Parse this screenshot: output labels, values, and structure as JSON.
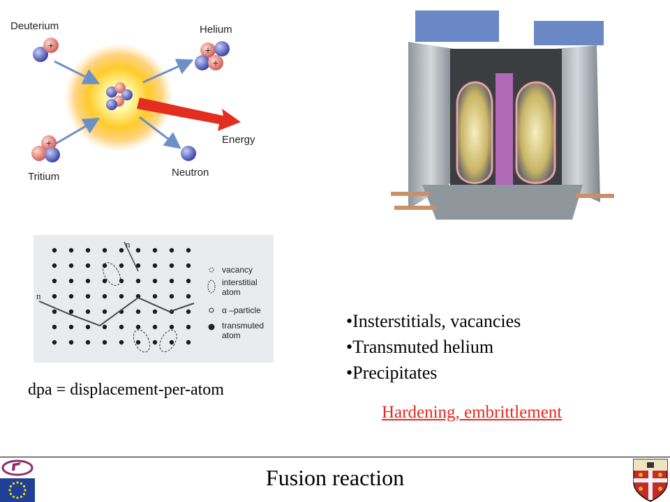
{
  "fusion_diagram": {
    "deuterium": "Deuterium",
    "tritium": "Tritium",
    "helium": "Helium",
    "neutron": "Neutron",
    "energy": "Energy",
    "plus": "+"
  },
  "lattice_diagram": {
    "n_top": "n",
    "n_left": "n",
    "legend": [
      "vacancy",
      "interstitial",
      "atom",
      "α –particle",
      "transmuted",
      "atom"
    ]
  },
  "dpa_note": "dpa = displacement-per-atom",
  "bullets": [
    "Insterstitials, vacancies",
    "Transmuted helium",
    "Precipitates"
  ],
  "conclusion": "Hardening, embrittlement",
  "footer": {
    "title": "Fusion reaction"
  },
  "colors": {
    "accent_red": "#e8281e",
    "proton_red": "#e8786c",
    "neutron_blue": "#4a55b8"
  }
}
